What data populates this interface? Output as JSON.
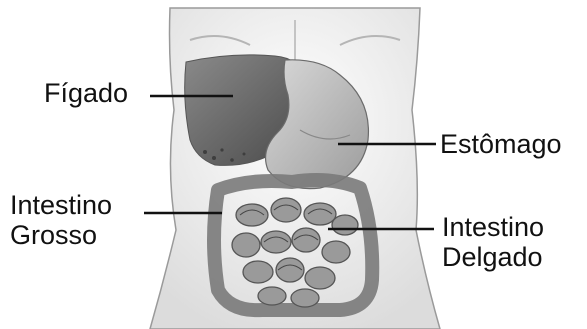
{
  "labels": {
    "figado": "Fígado",
    "estomago": "Estômago",
    "intestino_grosso": [
      "Intestino",
      "Grosso"
    ],
    "intestino_delgado": [
      "Intestino",
      "Delgado"
    ]
  },
  "colors": {
    "skin": "#f1f1f1",
    "outline": "#9a9a9a",
    "liver": "#6e6e6e",
    "stomach": "#bdbdbd",
    "intestine": "#8c8c8c",
    "leader": "#111111"
  }
}
